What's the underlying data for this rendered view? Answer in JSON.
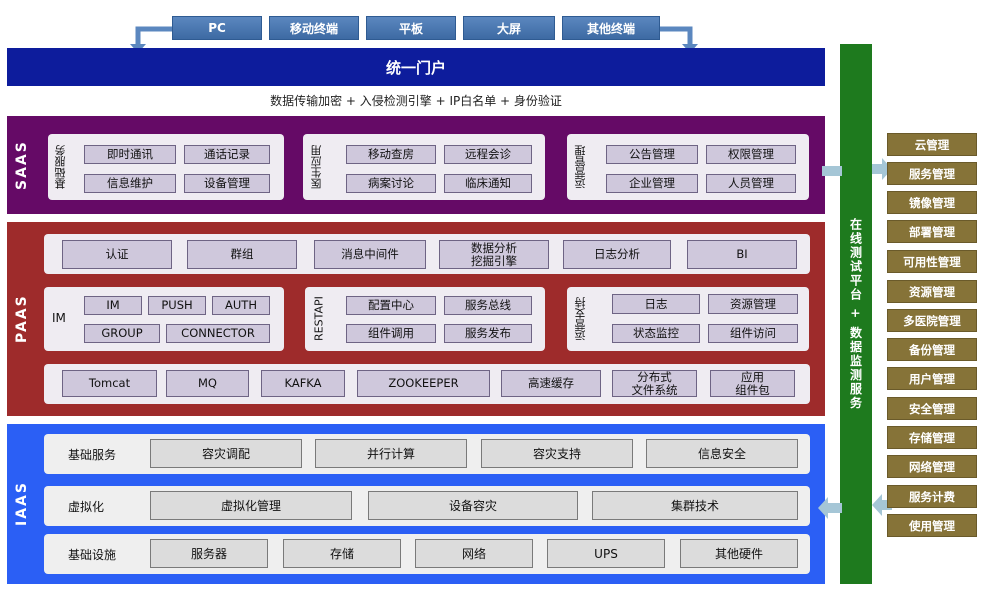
{
  "terminals": [
    "PC",
    "移动终端",
    "平板",
    "大屏",
    "其他终端"
  ],
  "portal": "统一门户",
  "security": "数据传输加密 + 入侵检测引擎 + IP白名单 + 身份验证",
  "saas": {
    "label": "SAAS",
    "groups": [
      {
        "label": "基础服务",
        "items": [
          "即时通讯",
          "通话记录",
          "信息维护",
          "设备管理"
        ]
      },
      {
        "label": "医生应用",
        "items": [
          "移动查房",
          "远程会诊",
          "病案讨论",
          "临床通知"
        ]
      },
      {
        "label": "运营管理",
        "items": [
          "公告管理",
          "权限管理",
          "企业管理",
          "人员管理"
        ]
      }
    ]
  },
  "paas": {
    "label": "PAAS",
    "top": [
      "认证",
      "群组",
      "消息中间件",
      "数据分析\n挖掘引擎",
      "日志分析",
      "BI"
    ],
    "im": {
      "label": "IM",
      "items": [
        "IM",
        "PUSH",
        "AUTH",
        "GROUP",
        "CONNECTOR"
      ]
    },
    "restapi": {
      "label": "RESTAPI",
      "items": [
        "配置中心",
        "服务总线",
        "组件调用",
        "服务发布"
      ]
    },
    "ops": {
      "label": "运营支持",
      "items": [
        "日志",
        "资源管理",
        "状态监控",
        "组件访问"
      ]
    },
    "bottom": [
      "Tomcat",
      "MQ",
      "KAFKA",
      "ZOOKEEPER",
      "高速缓存",
      "分布式\n文件系统",
      "应用\n组件包"
    ]
  },
  "iaas": {
    "label": "IAAS",
    "rows": [
      {
        "label": "基础服务",
        "items": [
          "容灾调配",
          "并行计算",
          "容灾支持",
          "信息安全"
        ]
      },
      {
        "label": "虚拟化",
        "items": [
          "虚拟化管理",
          "设备容灾",
          "集群技术"
        ]
      },
      {
        "label": "基础设施",
        "items": [
          "服务器",
          "存储",
          "网络",
          "UPS",
          "其他硬件"
        ]
      }
    ]
  },
  "monitor": "在线测试平台 + 数据监测服务",
  "services": [
    "云管理",
    "服务管理",
    "镜像管理",
    "部署管理",
    "可用性管理",
    "资源管理",
    "多医院管理",
    "备份管理",
    "用户管理",
    "安全管理",
    "存储管理",
    "网络管理",
    "服务计费",
    "使用管理"
  ],
  "colors": {
    "saas": "#650a66",
    "paas": "#9e2b2b",
    "iaas": "#2b5ff5",
    "portal": "#0d1c9c",
    "monitor": "#1e7a1e",
    "service": "#867338"
  }
}
